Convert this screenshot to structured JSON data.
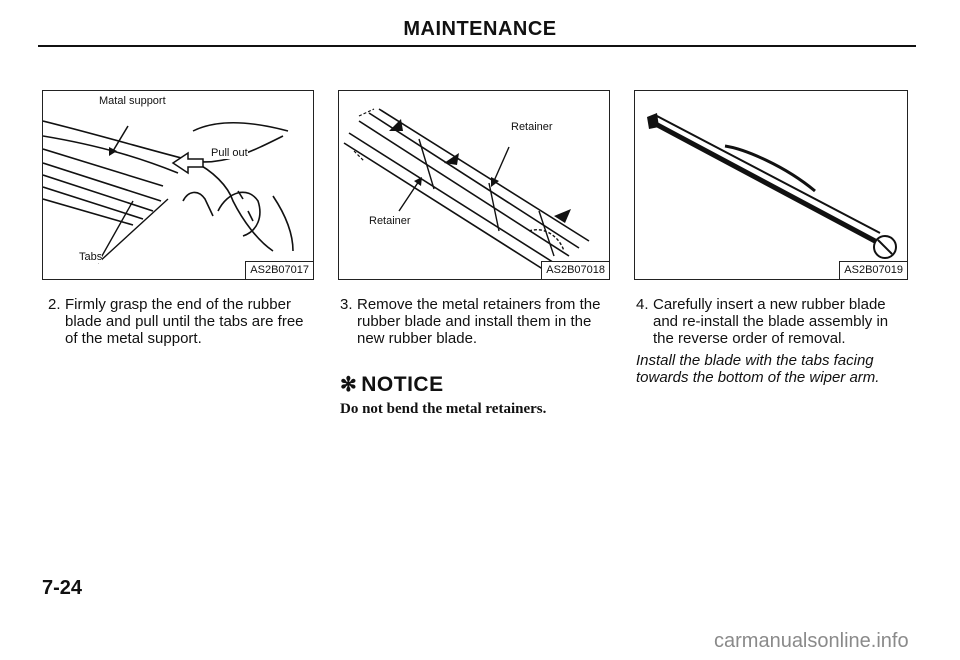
{
  "header": {
    "title": "MAINTENANCE"
  },
  "figures": [
    {
      "code": "AS2B07017",
      "labels": [
        "Matal support",
        "Pull out",
        "Tabs"
      ]
    },
    {
      "code": "AS2B07018",
      "labels": [
        "Retainer",
        "Retainer"
      ]
    },
    {
      "code": "AS2B07019",
      "labels": []
    }
  ],
  "steps": [
    {
      "number": "2.",
      "text": "Firmly grasp the end of the rubber blade and pull until the tabs are free of the metal support."
    },
    {
      "number": "3.",
      "text": "Remove the metal retainers from the rubber blade and install them in the new rubber blade."
    },
    {
      "number": "4.",
      "text": "Carefully insert a new rubber blade and re-install the blade assembly in the reverse order of removal."
    }
  ],
  "install_note": "Install the blade with the tabs facing towards the bottom of the wiper arm.",
  "notice": {
    "symbol": "✻",
    "title": "NOTICE",
    "text": "Do not bend the metal retainers."
  },
  "page_number": "7-24",
  "watermark": "carmanualsonline.info"
}
